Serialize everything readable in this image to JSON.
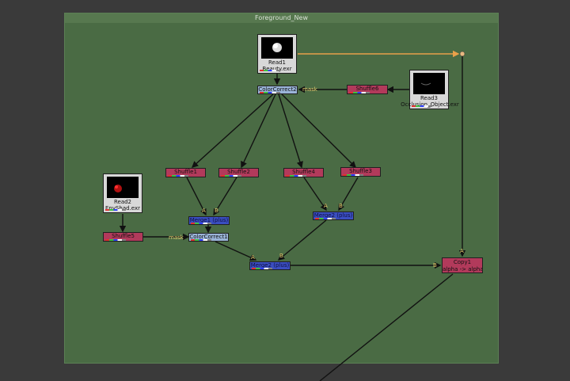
{
  "backdrop": {
    "title": "Foreground_New"
  },
  "reads": [
    {
      "id": "read1",
      "name": "Read1",
      "file": "Beauty.exr"
    },
    {
      "id": "read2",
      "name": "Read2",
      "file": "EnvShad.exr"
    },
    {
      "id": "read3",
      "name": "Read3",
      "file": "Occlusion_Object.exr"
    }
  ],
  "nodes": {
    "colorcorrect2": "ColorCorrect2",
    "colorcorrect1": "ColorCorrect1",
    "shuffle1": "Shuffle1",
    "shuffle2": "Shuffle2",
    "shuffle3": "Shuffle3",
    "shuffle4": "Shuffle4",
    "shuffle5": "Shuffle5",
    "shuffle6": "Shuffle6",
    "merge1": "Merge1 (plus)",
    "merge2_top": "Merge2 (plus)",
    "merge2_bottom": "Merge2 (plus)",
    "copy1_name": "Copy1",
    "copy1_sub": "alpha -> alpha"
  },
  "input_tags": {
    "mask_top": "mask",
    "mask_bottom": "mask",
    "a": "A",
    "b": "B"
  },
  "colors": {
    "shuffle": "#b23a5b",
    "merge": "#3a4ec0",
    "colorcorrect": "#9ab4d8",
    "backdrop": "#4a6b44",
    "pipe": "#e8a04a"
  }
}
